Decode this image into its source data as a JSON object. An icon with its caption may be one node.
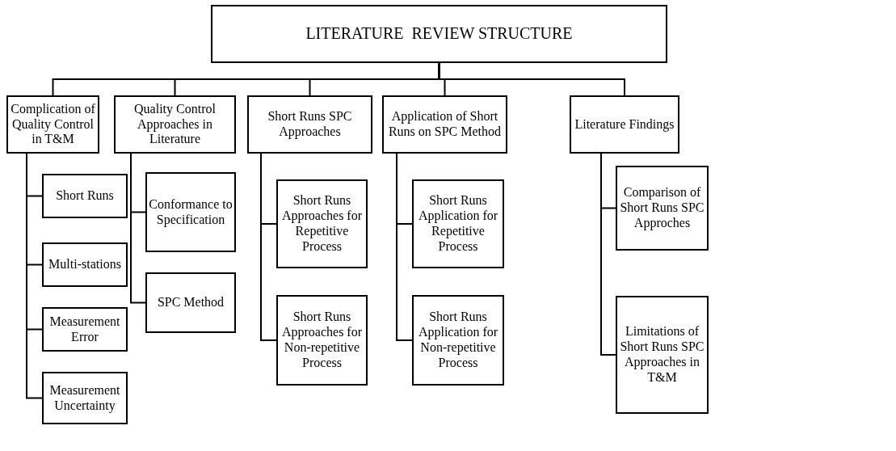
{
  "diagram": {
    "nodes": [
      {
        "text": [
          "LITERATURE  REVIEW STRUCTURE"
        ]
      },
      {
        "text": [
          "Complication of Quality Control in T&M"
        ]
      },
      {
        "text": [
          "Short Runs"
        ]
      },
      {
        "text": [
          "Multi-stations"
        ]
      },
      {
        "text": [
          "Measurement Error"
        ]
      },
      {
        "text": [
          "Measurement Uncertainty"
        ]
      },
      {
        "text": [
          "Quality Control Approaches in Literature"
        ]
      },
      {
        "text": [
          "Conformance to Specification"
        ]
      },
      {
        "text": [
          "SPC Method"
        ]
      },
      {
        "text": [
          "Short Runs SPC Approaches"
        ]
      },
      {
        "text": [
          "Short Runs Approaches for Repetitive Process"
        ]
      },
      {
        "text": [
          "Short Runs Approaches for Non-repetitive Process"
        ]
      },
      {
        "text": [
          "Application of Short Runs on SPC Method"
        ]
      },
      {
        "text": [
          "Short Runs Application for Repetitive Process"
        ]
      },
      {
        "text": [
          "Short Runs Application for Non-repetitive Process"
        ]
      },
      {
        "text": [
          "Literature Findings"
        ]
      },
      {
        "text": [
          "Comparison of Short Runs SPC Approches"
        ]
      },
      {
        "text": [
          "Limitations of Short Runs SPC Approaches in T&M"
        ]
      }
    ],
    "edges": [
      {
        "from": 0,
        "to": 1,
        "arrow": "none"
      },
      {
        "from": 0,
        "to": 6,
        "arrow": "none"
      },
      {
        "from": 0,
        "to": 9,
        "arrow": "none"
      },
      {
        "from": 0,
        "to": 12,
        "arrow": "none"
      },
      {
        "from": 0,
        "to": 15,
        "arrow": "none"
      },
      {
        "from": 1,
        "to": 2,
        "arrow": "none"
      },
      {
        "from": 1,
        "to": 3,
        "arrow": "none"
      },
      {
        "from": 1,
        "to": 4,
        "arrow": "none"
      },
      {
        "from": 1,
        "to": 5,
        "arrow": "none"
      },
      {
        "from": 6,
        "to": 7,
        "arrow": "none"
      },
      {
        "from": 6,
        "to": 8,
        "arrow": "none"
      },
      {
        "from": 9,
        "to": 10,
        "arrow": "none"
      },
      {
        "from": 9,
        "to": 11,
        "arrow": "none"
      },
      {
        "from": 12,
        "to": 13,
        "arrow": "none"
      },
      {
        "from": 12,
        "to": 14,
        "arrow": "none"
      },
      {
        "from": 15,
        "to": 16,
        "arrow": "none"
      },
      {
        "from": 15,
        "to": 17,
        "arrow": "none"
      }
    ]
  }
}
